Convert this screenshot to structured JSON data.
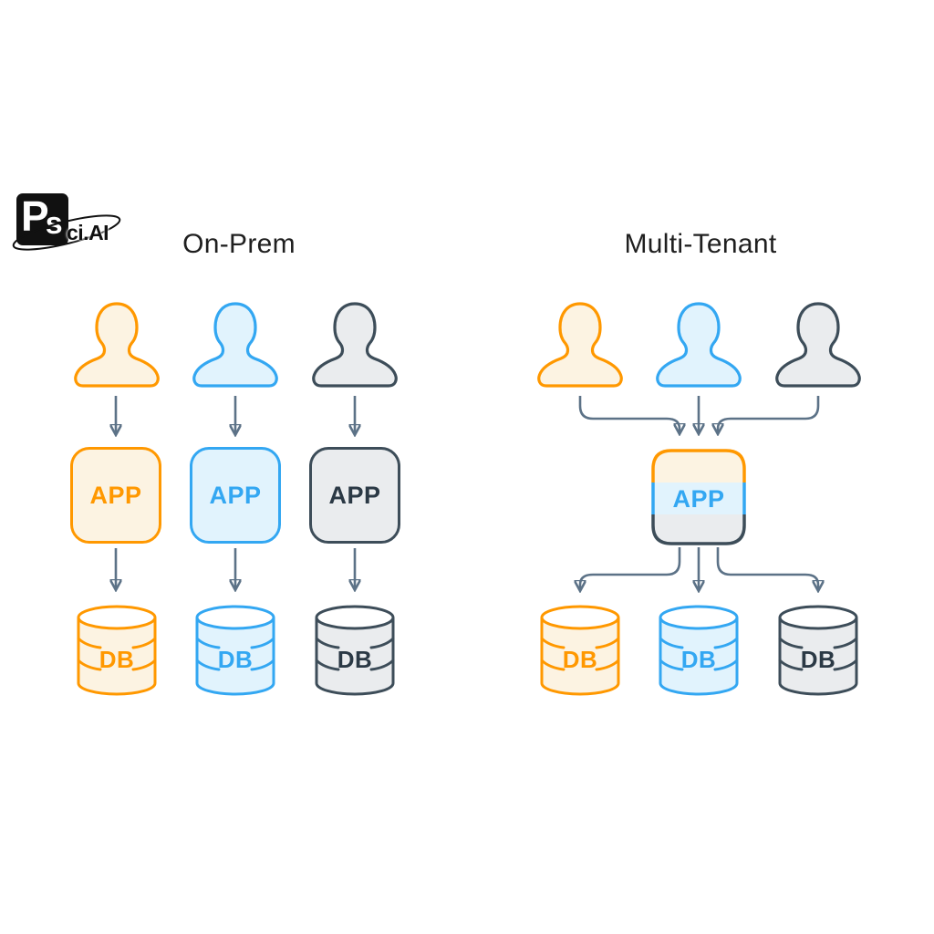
{
  "logo": {
    "p": "P",
    "s": "s",
    "suffix": "ci.AI",
    "alt": "PSci.AI logo"
  },
  "titles": {
    "onprem": "On-Prem",
    "multitenant": "Multi-Tenant"
  },
  "labels": {
    "app": "APP",
    "db": "DB"
  },
  "tenants": [
    {
      "name": "tenant-orange",
      "color": "#FF9800"
    },
    {
      "name": "tenant-blue",
      "color": "#33A7F2"
    },
    {
      "name": "tenant-gray",
      "color": "#3D4D59"
    }
  ],
  "colors": {
    "orange": "#FF9800",
    "orange-fill": "#FCF3E2",
    "blue": "#33A7F2",
    "blue-fill": "#E1F3FD",
    "gray": "#3D4D59",
    "gray-fill": "#EAECEE",
    "gray-text": "#2B3945",
    "arrow": "#5C7287",
    "title-text": "#1F1F1F",
    "logo-black": "#111111"
  },
  "icons": {
    "user": "user-silhouette-icon",
    "db": "database-cylinder-icon",
    "arrow": "flow-arrow-icon",
    "orbit": "orbit-ellipse-icon"
  }
}
